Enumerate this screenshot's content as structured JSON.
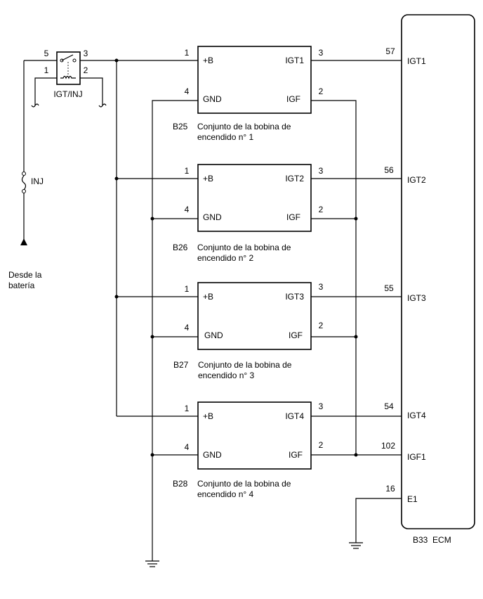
{
  "relay": {
    "name": "IGT/INJ",
    "pin_top_left": "5",
    "pin_top_right": "3",
    "pin_bottom_left": "1",
    "pin_bottom_right": "2"
  },
  "fuse": {
    "name": "INJ"
  },
  "source": {
    "line1": "Desde la",
    "line2": "batería"
  },
  "coils": [
    {
      "code": "B25",
      "desc1": "Conjunto de la bobina de",
      "desc2": "encendido n° 1",
      "pin_b": "1",
      "pin_gnd": "4",
      "pin_igt": "3",
      "pin_igf": "2",
      "lbl_b": "+B",
      "lbl_gnd": "GND",
      "lbl_igt": "IGT1",
      "lbl_igf": "IGF"
    },
    {
      "code": "B26",
      "desc1": "Conjunto de la bobina de",
      "desc2": "encendido n° 2",
      "pin_b": "1",
      "pin_gnd": "4",
      "pin_igt": "3",
      "pin_igf": "2",
      "lbl_b": "+B",
      "lbl_gnd": "GND",
      "lbl_igt": "IGT2",
      "lbl_igf": "IGF"
    },
    {
      "code": "B27",
      "desc1": "Conjunto de la bobina de",
      "desc2": "encendido n° 3",
      "pin_b": "1",
      "pin_gnd": "4",
      "pin_igt": "3",
      "pin_igf": "2",
      "lbl_b": "+B",
      "lbl_gnd": "GND",
      "lbl_igt": "IGT3",
      "lbl_igf": "IGF"
    },
    {
      "code": "B28",
      "desc1": "Conjunto de la bobina de",
      "desc2": "encendido n° 4",
      "pin_b": "1",
      "pin_gnd": "4",
      "pin_igt": "3",
      "pin_igf": "2",
      "lbl_b": "+B",
      "lbl_gnd": "GND",
      "lbl_igt": "IGT4",
      "lbl_igf": "IGF"
    }
  ],
  "ecm": {
    "label": "B33  ECM",
    "pins": [
      {
        "num": "57",
        "name": "IGT1"
      },
      {
        "num": "56",
        "name": "IGT2"
      },
      {
        "num": "55",
        "name": "IGT3"
      },
      {
        "num": "54",
        "name": "IGT4"
      },
      {
        "num": "102",
        "name": "IGF1"
      },
      {
        "num": "16",
        "name": "E1"
      }
    ]
  }
}
